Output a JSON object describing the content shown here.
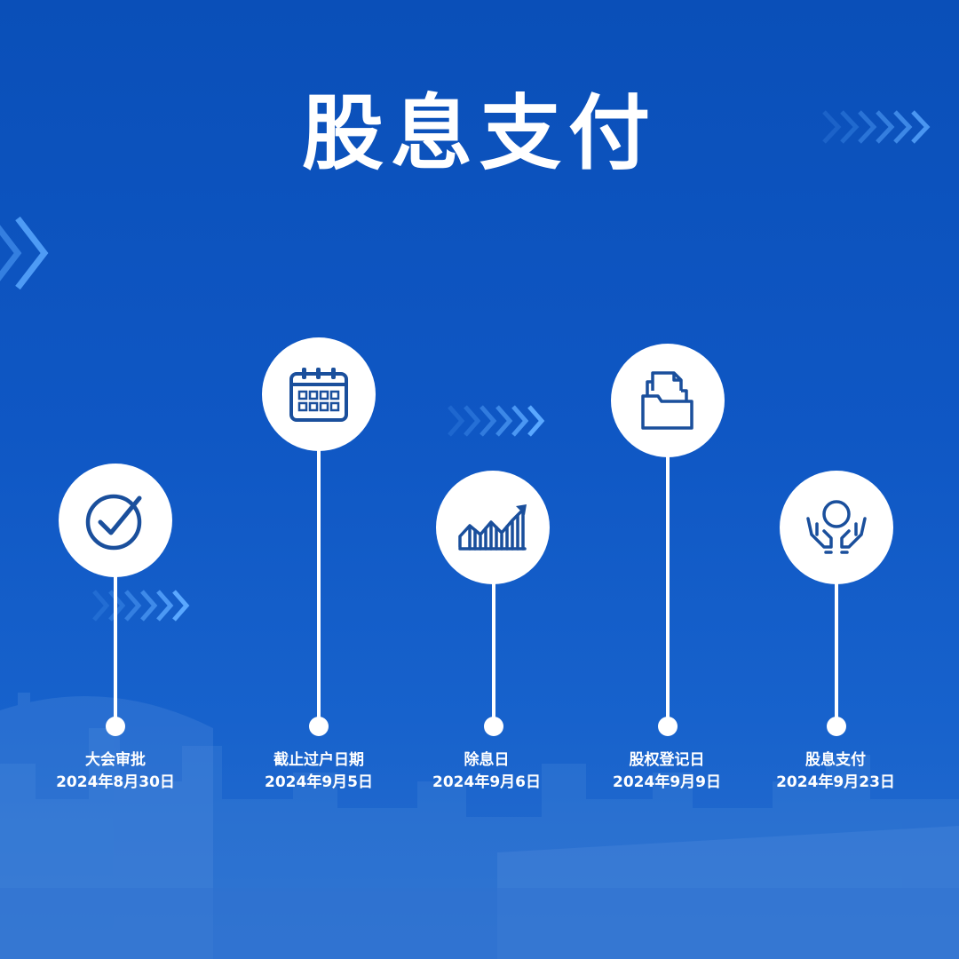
{
  "title": "股息支付",
  "colors": {
    "background_top": "#0a4fb8",
    "background_bottom": "#2a6fcf",
    "icon_stroke": "#1a4f9c",
    "accent_white": "#ffffff",
    "chevron": "#5aa8ff"
  },
  "milestones": [
    {
      "name": "大会审批",
      "date": "2024年8月30日",
      "icon": "checkmark-circle-icon"
    },
    {
      "name": "截止过户日期",
      "date": "2024年9月5日",
      "icon": "calendar-icon"
    },
    {
      "name": "除息日",
      "date": "2024年9月6日",
      "icon": "rising-chart-icon"
    },
    {
      "name": "股权登记日",
      "date": "2024年9月9日",
      "icon": "folder-documents-icon"
    },
    {
      "name": "股息支付",
      "date": "2024年9月23日",
      "icon": "hands-coin-icon"
    }
  ]
}
